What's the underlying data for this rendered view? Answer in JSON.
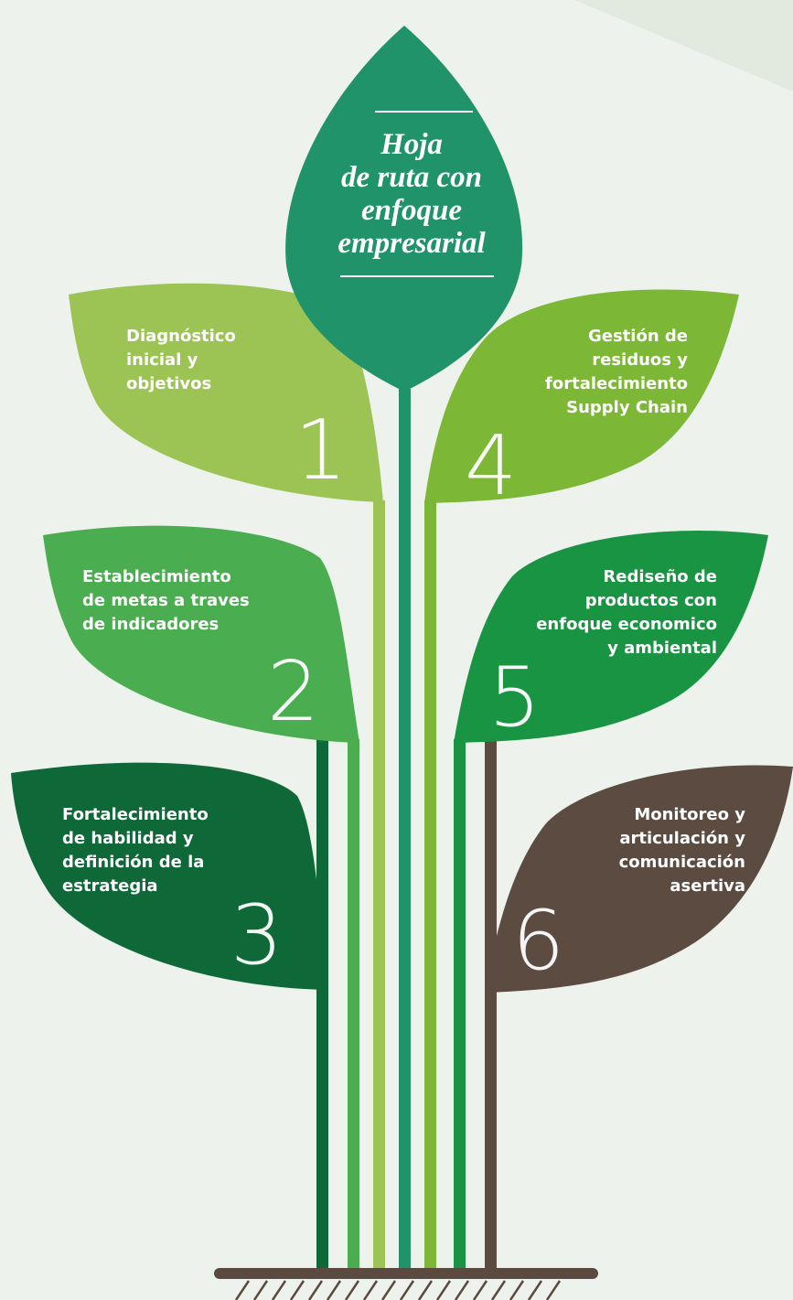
{
  "title": "Hoja\nde ruta con\nenfoque\nempresarial",
  "colors": {
    "background": "#edf2ec",
    "title_leaf": "#21936a",
    "leaf_1": "#9cc455",
    "leaf_2": "#4aad4f",
    "leaf_3": "#0e6838",
    "leaf_4": "#7cb735",
    "leaf_5": "#189443",
    "leaf_6": "#5b4b40",
    "ground": "#5a4a3f"
  },
  "steps": [
    {
      "number": "1",
      "label": "Diagnóstico\ninicial y\nobjetivos"
    },
    {
      "number": "2",
      "label": "Establecimiento\nde metas a traves\nde indicadores"
    },
    {
      "number": "3",
      "label": "Fortalecimiento\nde habilidad y\ndefinición de la\nestrategia"
    },
    {
      "number": "4",
      "label": "Gestión de\nresiduos y\nfortalecimiento\nSupply Chain"
    },
    {
      "number": "5",
      "label": "Rediseño de\nproductos con\nenfoque economico\ny ambiental"
    },
    {
      "number": "6",
      "label": "Monitoreo y\narticulación y\ncomunicación\nasertiva"
    }
  ]
}
